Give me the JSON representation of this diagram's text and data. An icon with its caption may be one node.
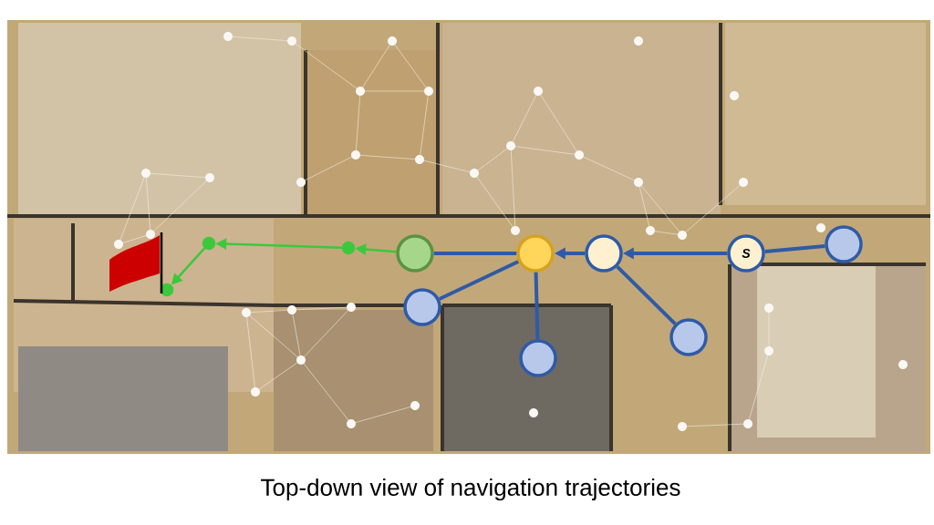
{
  "diagram": {
    "caption": "Top-down view of navigation trajectories",
    "nodes": [
      {
        "text": [],
        "shape": "circle"
      },
      {
        "text": [],
        "shape": "circle"
      },
      {
        "text": [],
        "shape": "circle"
      },
      {
        "text": [
          "S"
        ]
      },
      {
        "text": [],
        "shape": "circle"
      },
      {
        "text": [],
        "shape": "circle"
      },
      {
        "text": [],
        "shape": "circle"
      },
      {
        "text": [],
        "shape": "circle"
      },
      {
        "text": [],
        "shape": "circle"
      },
      {
        "text": [],
        "shape": "circle"
      },
      {
        "text": [],
        "shape": "circle"
      }
    ],
    "edges": [
      {
        "from": 4,
        "to": 3,
        "arrow": "none"
      },
      {
        "from": 3,
        "to": 2,
        "arrow": "to"
      },
      {
        "from": 2,
        "to": 1,
        "arrow": "to"
      },
      {
        "from": 7,
        "to": 2,
        "arrow": "none"
      },
      {
        "from": 6,
        "to": 1,
        "arrow": "none"
      },
      {
        "from": 5,
        "to": 1,
        "arrow": "none"
      },
      {
        "from": 1,
        "to": 0,
        "arrow": "none"
      },
      {
        "from": 0,
        "to": 8,
        "arrow": "to",
        "color": "#3cc83c"
      },
      {
        "from": 8,
        "to": 9,
        "arrow": "to",
        "color": "#3cc83c"
      },
      {
        "from": 9,
        "to": 10,
        "arrow": "to",
        "color": "#3cc83c"
      }
    ]
  }
}
